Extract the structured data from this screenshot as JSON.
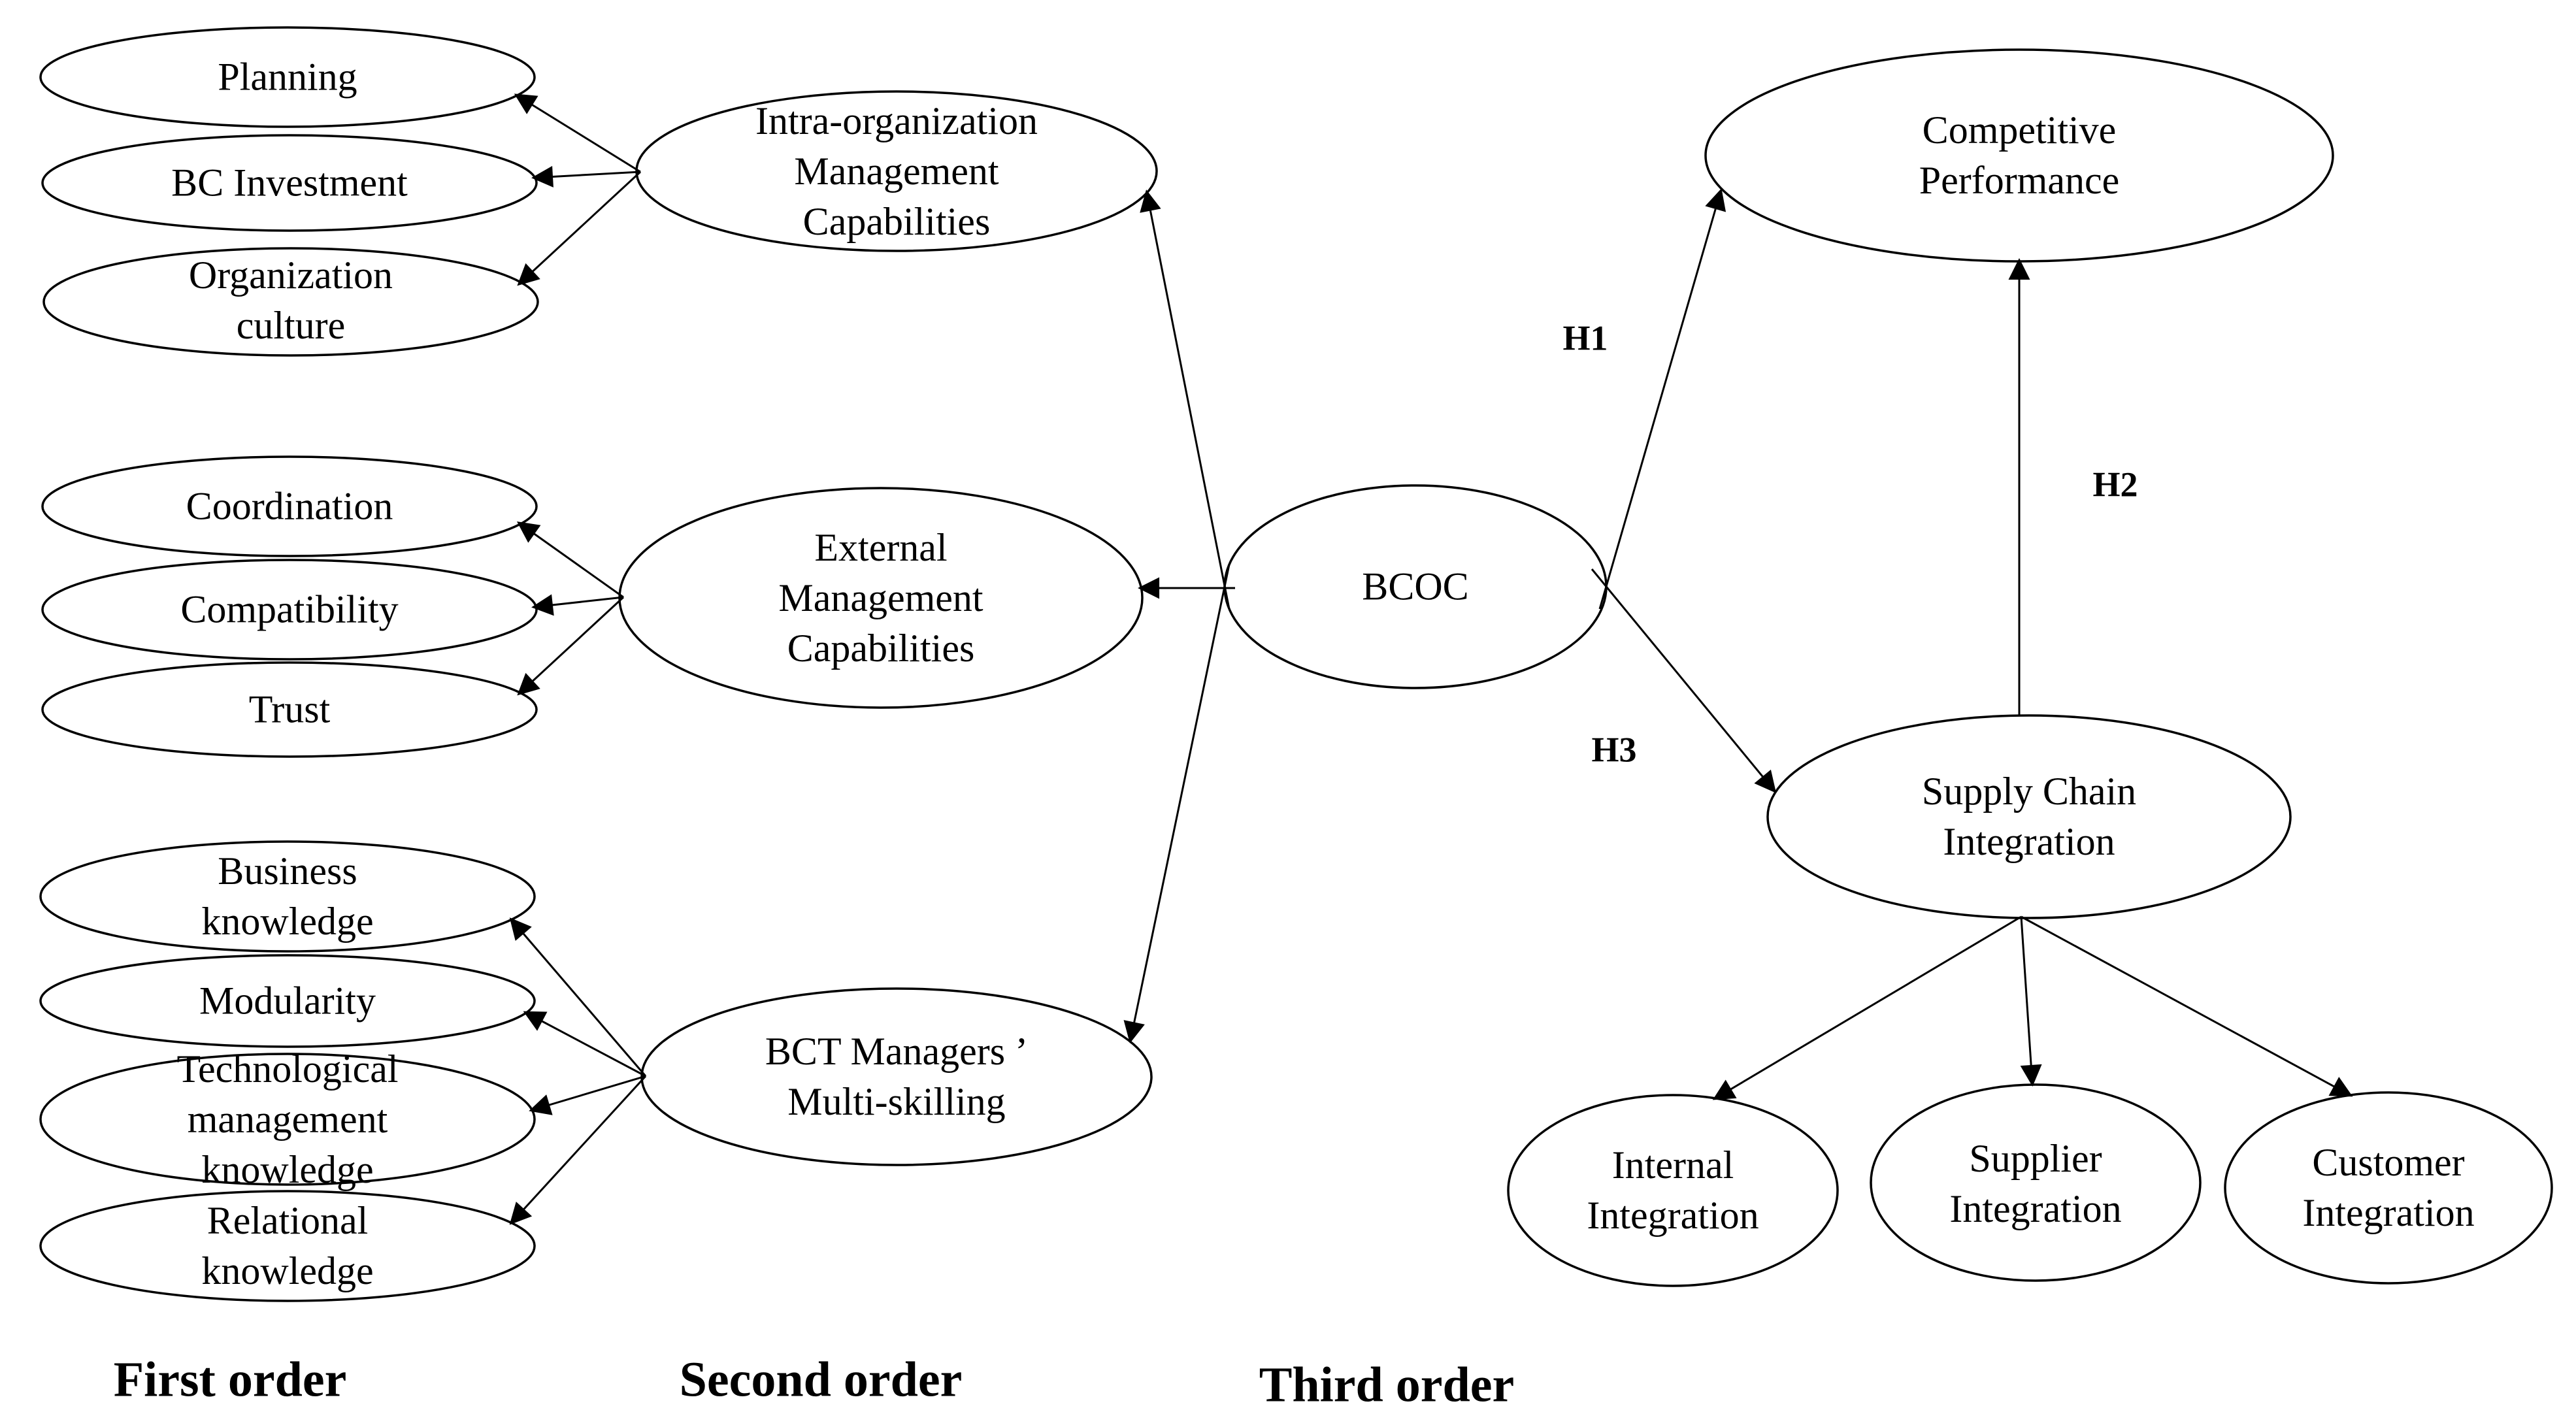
{
  "diagram": {
    "colors": {
      "background": "#ffffff",
      "line": "#000000",
      "text": "#000000"
    },
    "nodes": {
      "planning": {
        "label": "Planning"
      },
      "bc_investment": {
        "label": "BC Investment"
      },
      "organization_culture": {
        "label": "Organization\nculture"
      },
      "coordination": {
        "label": "Coordination"
      },
      "compatibility": {
        "label": "Compatibility"
      },
      "trust": {
        "label": "Trust"
      },
      "business_knowledge": {
        "label": "Business\nknowledge"
      },
      "modularity": {
        "label": "Modularity"
      },
      "technological_management_knowledge": {
        "label": "Technological\nmanagement\nknowledge"
      },
      "relational_knowledge": {
        "label": "Relational\nknowledge"
      },
      "intra_organization": {
        "label": "Intra-organization\nManagement\nCapabilities"
      },
      "external_management": {
        "label": "External\nManagement\nCapabilities"
      },
      "bct_managers": {
        "label": "BCT Managers ’\nMulti-skilling"
      },
      "bcoc": {
        "label": "BCOC"
      },
      "competitive_performance": {
        "label": "Competitive\nPerformance"
      },
      "supply_chain_integration": {
        "label": "Supply Chain\nIntegration"
      },
      "internal_integration": {
        "label": "Internal\nIntegration"
      },
      "supplier_integration": {
        "label": "Supplier\nIntegration"
      },
      "customer_integration": {
        "label": "Customer\nIntegration"
      }
    },
    "hypothesis_labels": {
      "h1": "H1",
      "h2": "H2",
      "h3": "H3"
    },
    "order_labels": {
      "first": "First order",
      "second": "Second order",
      "third": "Third order"
    }
  }
}
